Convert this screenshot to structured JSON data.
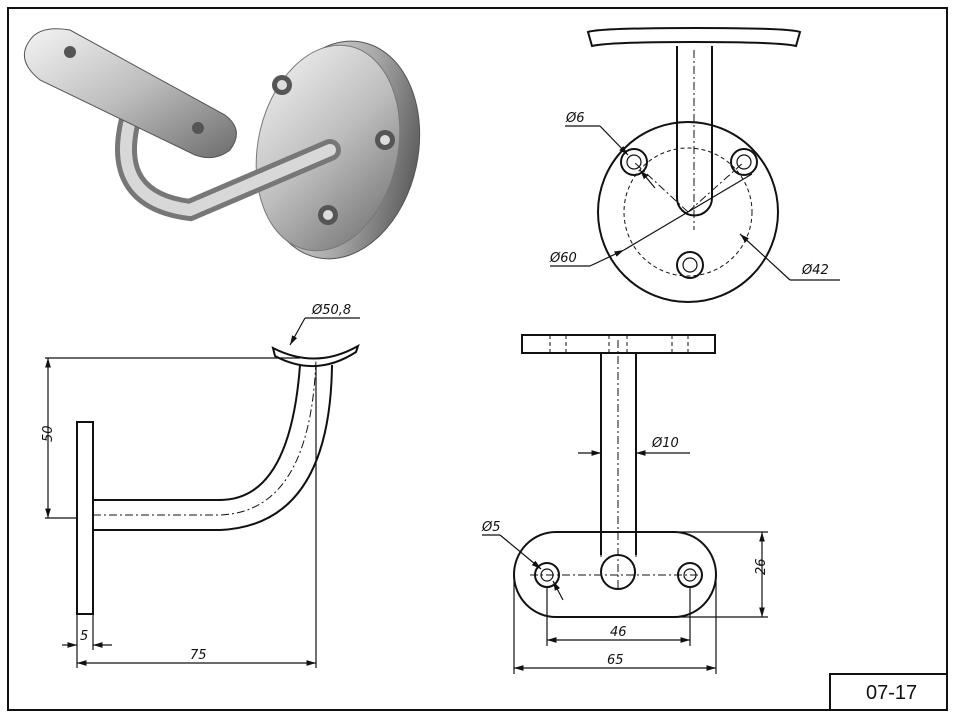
{
  "drawing_number": "07-17",
  "front_view": {
    "hole_dia": "Ø6",
    "flange_dia": "Ø60",
    "bolt_circle_dia": "Ø42"
  },
  "side_view": {
    "saddle_dia": "Ø50,8",
    "height": "50",
    "plate_thickness": "5",
    "reach": "75"
  },
  "top_view": {
    "stem_dia": "Ø10",
    "hole_dia": "Ø5",
    "width": "26",
    "hole_spacing": "46",
    "length": "65"
  }
}
